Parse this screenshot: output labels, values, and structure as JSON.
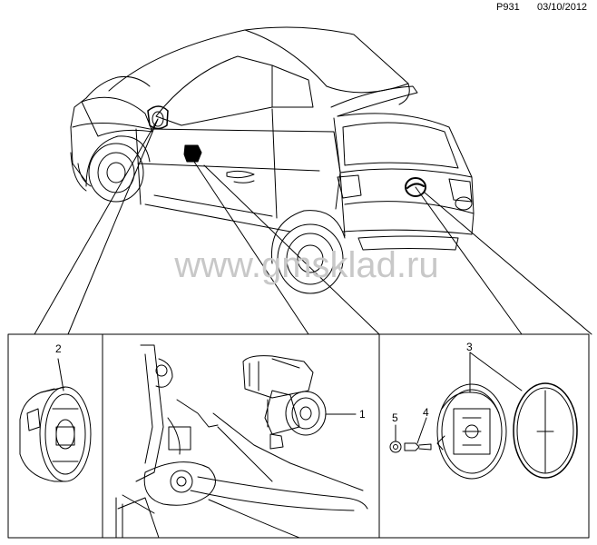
{
  "header": {
    "code": "P931",
    "date": "03/10/2012"
  },
  "watermark": "www.gmsklad.ru",
  "callouts": [
    "1",
    "2",
    "3",
    "4",
    "5"
  ],
  "colors": {
    "line": "#000000",
    "watermark": "#c8c8c8"
  }
}
